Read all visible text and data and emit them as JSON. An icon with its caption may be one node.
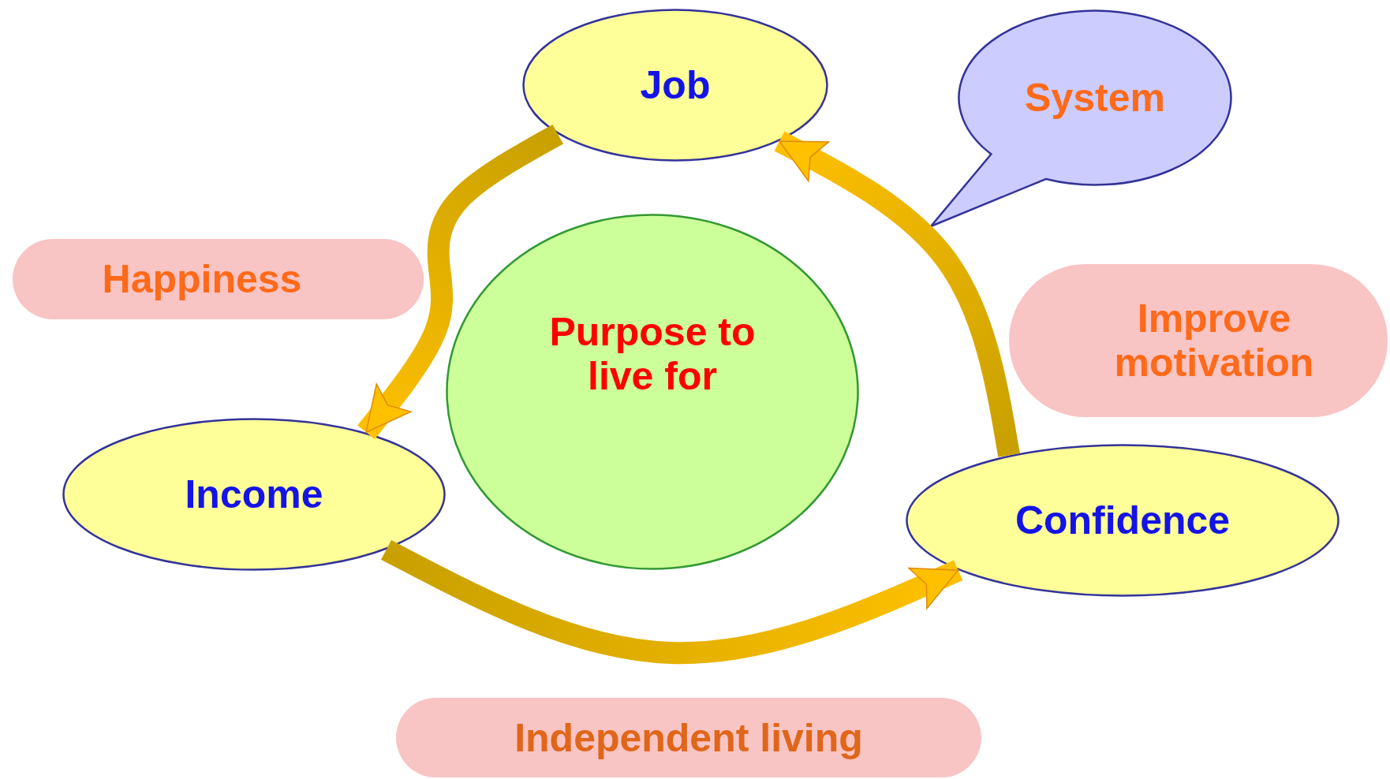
{
  "diagram": {
    "nodes": [
      {
        "text": [
          "Job"
        ]
      },
      {
        "text": [
          "System"
        ]
      },
      {
        "text": [
          "Happiness"
        ]
      },
      {
        "text": [
          "Purpose to live for"
        ]
      },
      {
        "text": [
          "Improve motivation"
        ]
      },
      {
        "text": [
          "Income"
        ]
      },
      {
        "text": [
          "Confidence"
        ]
      },
      {
        "text": [
          "Independent living"
        ]
      }
    ],
    "edges": [
      {
        "from": 0,
        "to": 5,
        "arrow": "to"
      },
      {
        "from": 5,
        "to": 6,
        "arrow": "to"
      },
      {
        "from": 6,
        "to": 0,
        "arrow": "to"
      }
    ]
  }
}
